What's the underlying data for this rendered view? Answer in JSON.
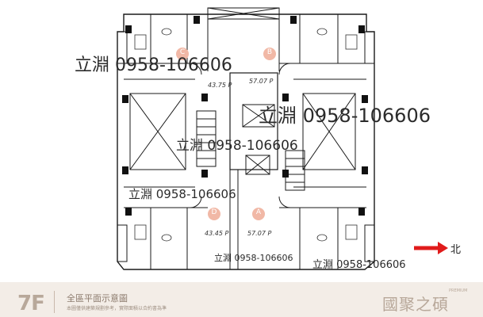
{
  "watermarks": [
    {
      "text": "立淵 0958-106606"
    },
    {
      "text": "立淵 0958-106606"
    },
    {
      "text": "立淵 0958-106606"
    },
    {
      "text": "立淵 0958-106606"
    },
    {
      "text": "立淵 0958-106606"
    },
    {
      "text": "立淵 0958-106606"
    }
  ],
  "units": [
    {
      "letter": "B",
      "area": "57.07 P"
    },
    {
      "letter": "C",
      "area": "43.75 P"
    },
    {
      "letter": "D",
      "area": "43.45 P"
    },
    {
      "letter": "A",
      "area": "57.07 P"
    }
  ],
  "compass": {
    "label": "北",
    "color": "#e01b1b"
  },
  "footer": {
    "floor": "7F",
    "title": "全區平面示意圖",
    "note": "本圖僅供建築規劃參考，實際面積以合約書為準",
    "brand": "國聚之碩",
    "brand_sub": "PREMIUM"
  },
  "colors": {
    "accent": "#e07a5f",
    "band": "#f3ede7",
    "line": "#1a1a1a"
  }
}
